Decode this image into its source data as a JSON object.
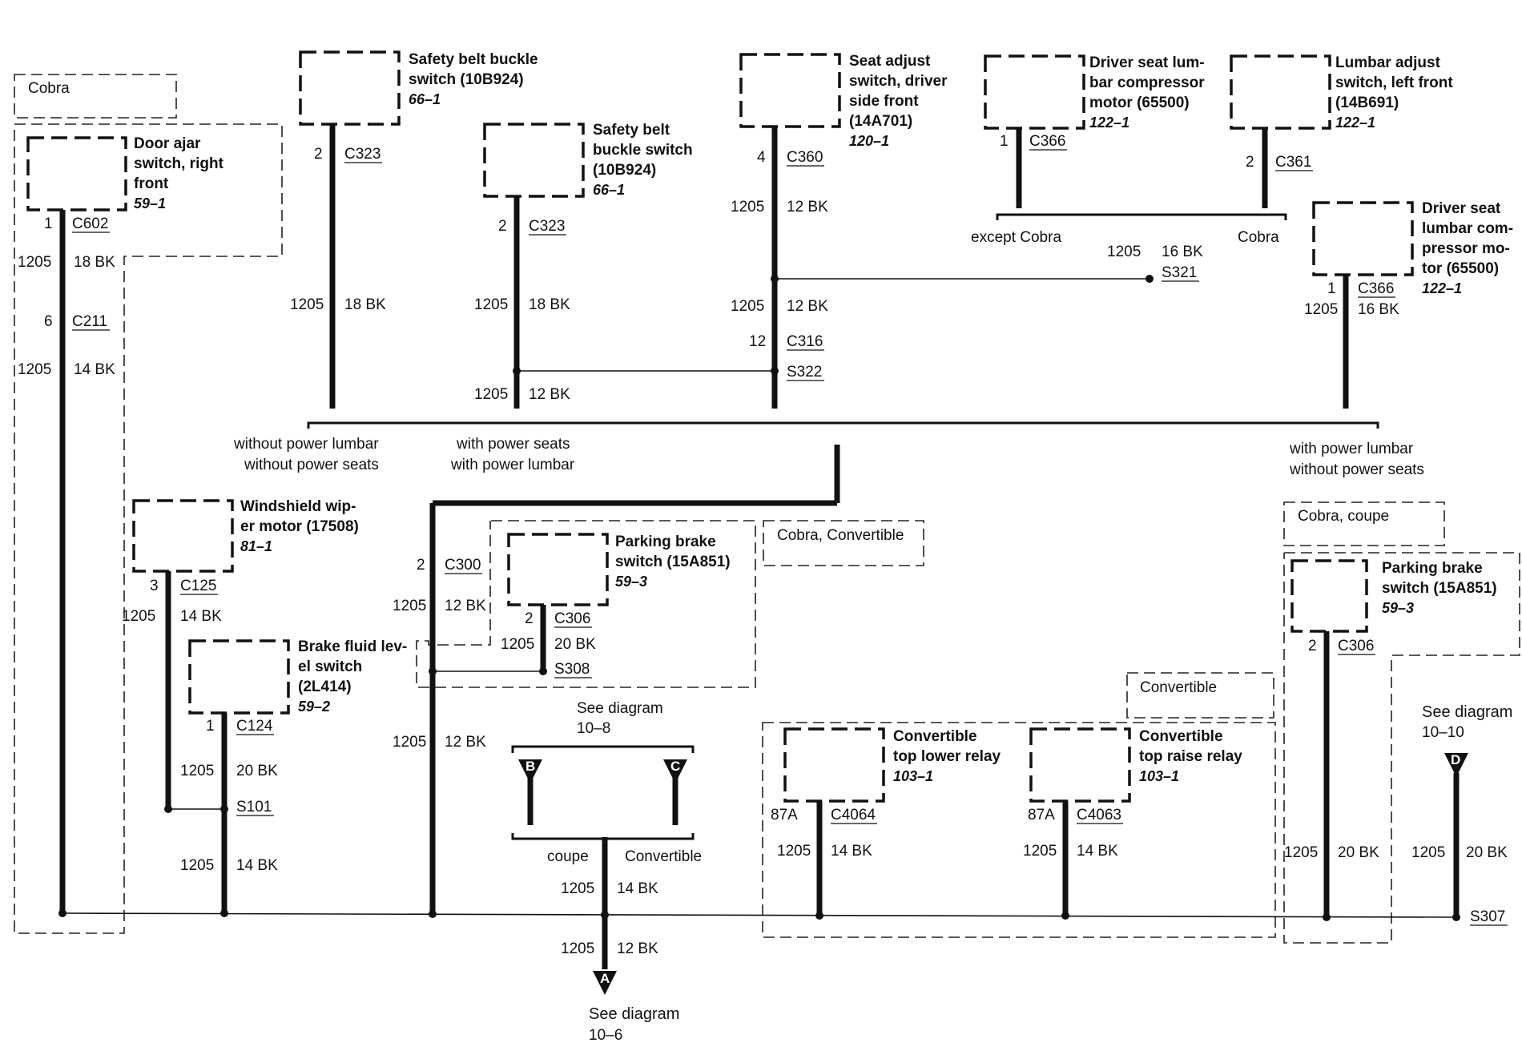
{
  "areas": {
    "cobra": "Cobra",
    "cobra_convertible": "Cobra, Convertible",
    "convertible": "Convertible",
    "cobra_coupe": "Cobra, coupe"
  },
  "components": {
    "door_ajar": {
      "l1": "Door ajar",
      "l2": "switch, right",
      "l3": "front",
      "ref": "59–1"
    },
    "belt_buckle_1": {
      "l1": "Safety belt buckle",
      "l2": "switch (10B924)",
      "ref": "66–1"
    },
    "belt_buckle_2": {
      "l1": "Safety belt",
      "l2": "buckle switch",
      "l3": "(10B924)",
      "ref": "66–1"
    },
    "seat_adjust": {
      "l1": "Seat adjust",
      "l2": "switch, driver",
      "l3": "side front",
      "l4": "(14A701)",
      "ref": "120–1"
    },
    "lumbar_compressor_1": {
      "l1": "Driver seat lum-",
      "l2": "bar compressor",
      "l3": "motor (65500)",
      "ref": "122–1"
    },
    "lumbar_adjust": {
      "l1": "Lumbar adjust",
      "l2": "switch, left front",
      "l3": "(14B691)",
      "ref": "122–1"
    },
    "lumbar_compressor_2": {
      "l1": "Driver seat",
      "l2": "lumbar com-",
      "l3": "pressor mo-",
      "l4": "tor (65500)",
      "ref": "122–1"
    },
    "wiper_motor": {
      "l1": "Windshield wip-",
      "l2": "er motor (17508)",
      "ref": "81–1"
    },
    "parking_brake_1": {
      "l1": "Parking brake",
      "l2": "switch (15A851)",
      "ref": "59–3"
    },
    "brake_fluid": {
      "l1": "Brake fluid lev-",
      "l2": "el switch",
      "l3": "(2L414)",
      "ref": "59–2"
    },
    "top_lower_relay": {
      "l1": "Convertible",
      "l2": "top lower relay",
      "ref": "103–1"
    },
    "top_raise_relay": {
      "l1": "Convertible",
      "l2": "top raise relay",
      "ref": "103–1"
    },
    "parking_brake_2": {
      "l1": "Parking brake",
      "l2": "switch (15A851)",
      "ref": "59–3"
    }
  },
  "labels": {
    "circuit": "1205",
    "w18bk": "18 BK",
    "w14bk": "14 BK",
    "w12bk": "12 BK",
    "w16bk": "16 BK",
    "w20bk": "20 BK",
    "except_cobra": "except Cobra",
    "cobra": "Cobra",
    "without_lumbar_seats_1": "without power lumbar",
    "without_lumbar_seats_2": "without power seats",
    "with_seats_lumbar_1": "with power seats",
    "with_seats_lumbar_2": "with power lumbar",
    "with_lumbar_without_seats_1": "with power lumbar",
    "with_lumbar_without_seats_2": "without power seats",
    "coupe": "coupe",
    "convertible": "Convertible",
    "see_diagram": "See diagram",
    "diag_10_8": "10–8",
    "diag_10_10": "10–10",
    "diag_10_6": "10–6"
  },
  "pins": {
    "p1": "1",
    "p2": "2",
    "p3": "3",
    "p4": "4",
    "p6": "6",
    "p12": "12",
    "p87a": "87A"
  },
  "connectors": {
    "C602": "C602",
    "C211": "C211",
    "C323": "C323",
    "C360": "C360",
    "C366": "C366",
    "C361": "C361",
    "S321": "S321",
    "C316": "C316",
    "S322": "S322",
    "C125": "C125",
    "C124": "C124",
    "S101": "S101",
    "C300": "C300",
    "C306": "C306",
    "S308": "S308",
    "C4064": "C4064",
    "C4063": "C4063",
    "S307": "S307"
  },
  "ref_markers": {
    "A": "A",
    "B": "B",
    "C": "C",
    "D": "D"
  }
}
